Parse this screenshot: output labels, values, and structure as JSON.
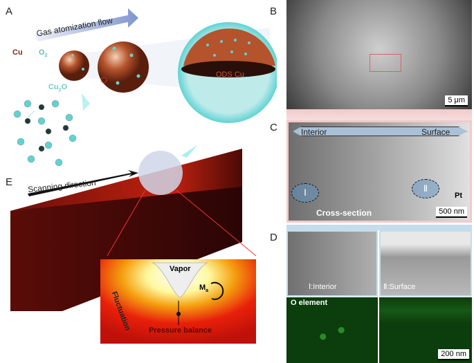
{
  "panels": {
    "a": "A",
    "b": "B",
    "c": "C",
    "d": "D",
    "e": "E"
  },
  "panel_a": {
    "flow": "Gas atomization flow",
    "cu": "Cu",
    "o2": "O",
    "o2_sub": "2",
    "cu2o": "Cu",
    "cu2o_sub": "2",
    "cu2o_end": "O",
    "ods": "ODS Cu"
  },
  "panel_b": {
    "scale": "5 μm"
  },
  "panel_c": {
    "interior": "Interior",
    "surface": "Surface",
    "pt": "Pt",
    "region1": "Ⅰ",
    "region2": "Ⅱ",
    "scale": "500 nm",
    "caption": "Cross-section"
  },
  "panel_d": {
    "interior": "Ⅰ:Interior",
    "surface": "Ⅱ:Surface",
    "element": "O element",
    "scale": "200 nm"
  },
  "panel_e": {
    "scan": "Scanning direction",
    "vapor": "Vapor",
    "ma": "M",
    "ma_sub": "a",
    "fluct": "Fluctuation",
    "pressure": "Pressure balance"
  },
  "colors": {
    "copper": "#b5532c",
    "cyan": "#5fd3d3",
    "melt": "#e8200a",
    "sem_green": "#1a6a1a"
  }
}
